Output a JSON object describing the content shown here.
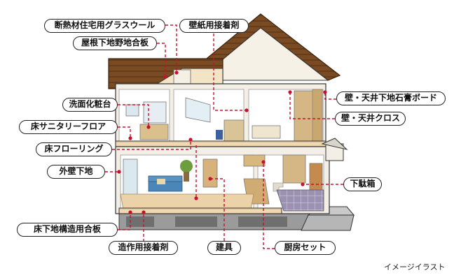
{
  "labels": {
    "insulation": "断熱材住宅用グラスウール",
    "wallpaper_adhesive": "壁紙用接着剤",
    "roof_plywood": "屋根下地野地合板",
    "vanity": "洗面化粧台",
    "gypsum_board": "壁・天井下地石膏ボード",
    "ceiling_cloth": "壁・天井クロス",
    "sanitary_floor": "床サニタリーフロア",
    "flooring": "床フローリング",
    "exterior_wall": "外壁下地",
    "shoe_box": "下駄箱",
    "floor_plywood": "床下地構造用合板",
    "construction_adhesive": "造作用接着剤",
    "fittings": "建具",
    "kitchen_set": "厨房セット"
  },
  "caption": "イメージイラスト",
  "colors": {
    "leader_line": "#c8102e",
    "roof": "#7a4a22",
    "wall_cut": "#f3efe6",
    "floor_wood": "#e8cfa6",
    "foundation": "#8d8d8d",
    "tile": "#8f87a6"
  }
}
